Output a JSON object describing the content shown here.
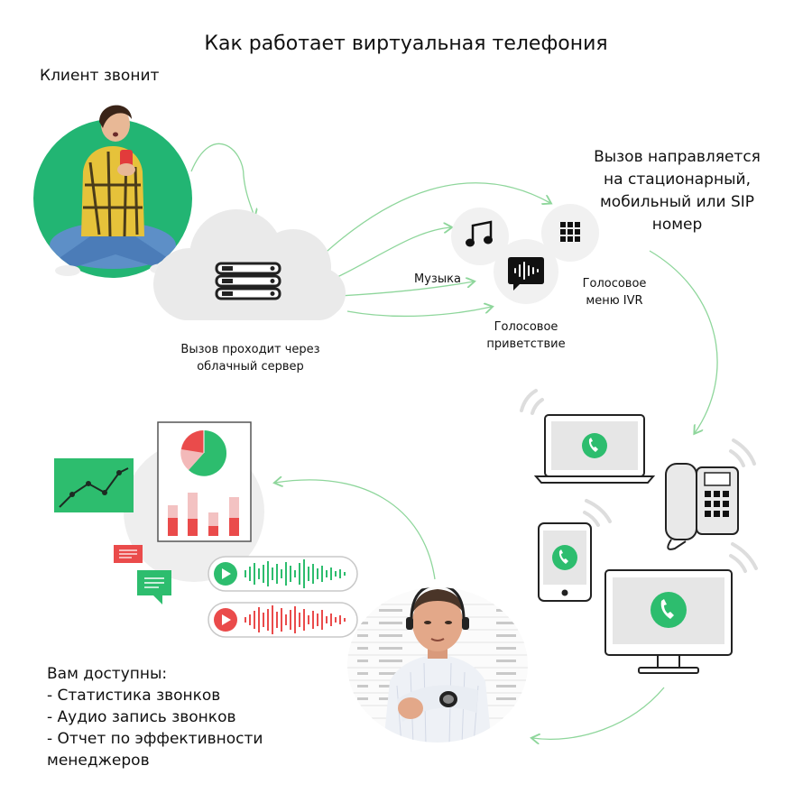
{
  "title": "Как работает виртуальная телефония",
  "labels": {
    "client_calls": "Клиент звонит",
    "route_line1": "Вызов направляется",
    "route_line2": "на стационарный,",
    "route_line3": "мобильный или SIP",
    "route_line4": "номер",
    "cloud_line1": "Вызов проходит через",
    "cloud_line2": "облачный сервер",
    "music": "Музыка",
    "greeting_line1": "Голосовое",
    "greeting_line2": "приветствие",
    "ivr_line1": "Голосовое",
    "ivr_line2": "меню IVR"
  },
  "features": {
    "heading": "Вам доступны:",
    "items": [
      "- Статистика звонков",
      "- Аудио запись звонков",
      "- Отчет по эффективности",
      "менеджеров"
    ]
  },
  "colors": {
    "green": "#2dbd6e",
    "green_dark": "#1fa65a",
    "red": "#ea4b4b",
    "gray": "#e6e6e6",
    "arrow": "#8ed69b"
  },
  "icons": [
    "person-illustration",
    "cloud-server-icon",
    "music-icon",
    "ivr-keypad-icon",
    "voice-greeting-icon",
    "laptop-icon",
    "desk-phone-icon",
    "smartphone-icon",
    "monitor-icon",
    "chart-icon",
    "pie-chart-icon",
    "audio-wave-icon",
    "manager-photo"
  ]
}
